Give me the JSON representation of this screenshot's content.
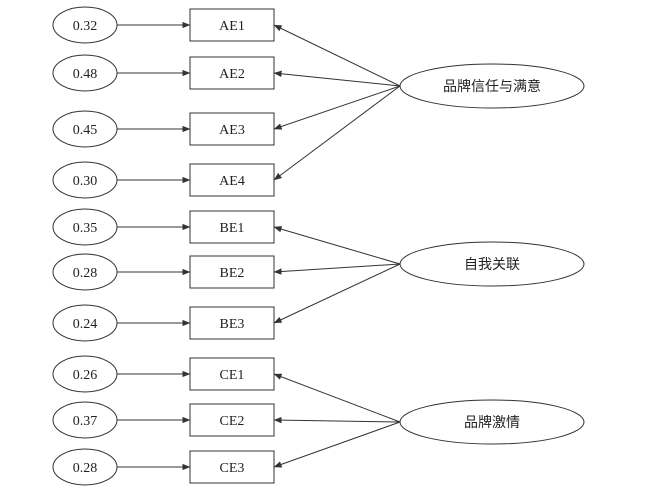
{
  "factors": [
    {
      "label": "品牌信任与满意",
      "indicators": [
        {
          "label": "AE1",
          "error": "0.32"
        },
        {
          "label": "AE2",
          "error": "0.48"
        },
        {
          "label": "AE3",
          "error": "0.45"
        },
        {
          "label": "AE4",
          "error": "0.30"
        }
      ]
    },
    {
      "label": "自我关联",
      "indicators": [
        {
          "label": "BE1",
          "error": "0.35"
        },
        {
          "label": "BE2",
          "error": "0.28"
        },
        {
          "label": "BE3",
          "error": "0.24"
        }
      ]
    },
    {
      "label": "品牌激情",
      "indicators": [
        {
          "label": "CE1",
          "error": "0.26"
        },
        {
          "label": "CE2",
          "error": "0.37"
        },
        {
          "label": "CE3",
          "error": "0.28"
        }
      ]
    }
  ],
  "colors": {
    "stroke": "#333333",
    "text": "#222222",
    "background": "#ffffff"
  }
}
